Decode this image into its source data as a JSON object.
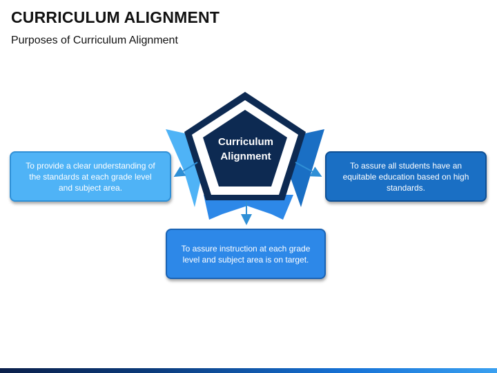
{
  "title": "CURRICULUM ALIGNMENT",
  "subtitle": "Purposes of Curriculum Alignment",
  "center": {
    "line1": "Curriculum",
    "line2": "Alignment"
  },
  "boxes": {
    "left": "To provide a clear understanding of the standards at each grade level and subject area.",
    "right": "To assure all students have an equitable education based on high standards.",
    "bottom": "To assure instruction at each grade level and subject area is on target."
  },
  "colors": {
    "left_fill": "#4fb3f6",
    "right_fill": "#1a6fc4",
    "bottom_fill": "#2d88e8",
    "pentagon_dark": "#0d2a52",
    "pentagon_ring": "#ffffff"
  }
}
